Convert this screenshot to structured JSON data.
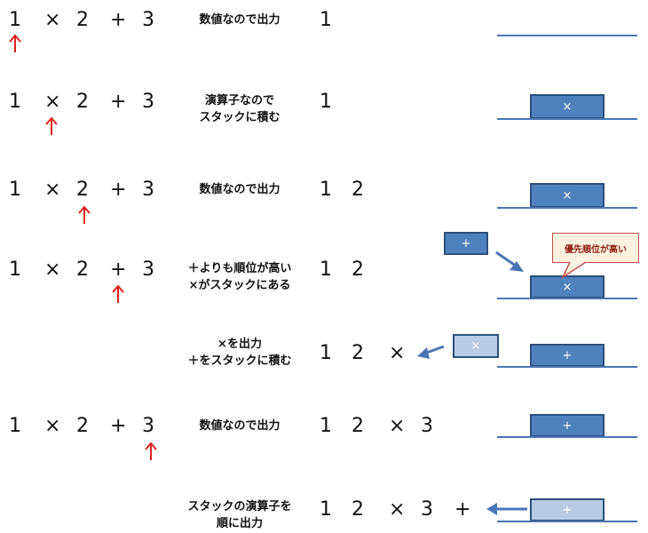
{
  "tokens": [
    "1",
    "×",
    "2",
    "+",
    "3"
  ],
  "rows": [
    {
      "desc1": "数値なので出力",
      "desc2": "",
      "output": [
        "1"
      ]
    },
    {
      "desc1": "演算子なので",
      "desc2": "スタックに積む",
      "output": [
        "1"
      ]
    },
    {
      "desc1": "数値なので出力",
      "desc2": "",
      "output": [
        "1",
        "2"
      ]
    },
    {
      "desc1": "＋よりも順位が高い",
      "desc2": "×がスタックにある",
      "output": [
        "1",
        "2"
      ]
    },
    {
      "desc1": "×を出力",
      "desc2": "＋をスタックに積む",
      "output": [
        "1",
        "2",
        "×"
      ]
    },
    {
      "desc1": "数値なので出力",
      "desc2": "",
      "output": [
        "1",
        "2",
        "×",
        "3"
      ]
    },
    {
      "desc1": "スタックの演算子を",
      "desc2": "順に出力",
      "output": [
        "1",
        "2",
        "×",
        "3",
        "+"
      ]
    }
  ],
  "stack_boxes": {
    "row2": "×",
    "row3": "×",
    "row4_incoming": "+",
    "row4_stack": "×",
    "row5_popped": "×",
    "row5_stack": "+",
    "row6_stack": "+",
    "row7_popped": "+"
  },
  "callout": "優先順位が高い",
  "colors": {
    "pointer": "#e0201b",
    "box_fill": "#4f81bd",
    "box_light": "#b9cbe3",
    "line": "#4a77b4",
    "callout_border": "#c0504d"
  }
}
